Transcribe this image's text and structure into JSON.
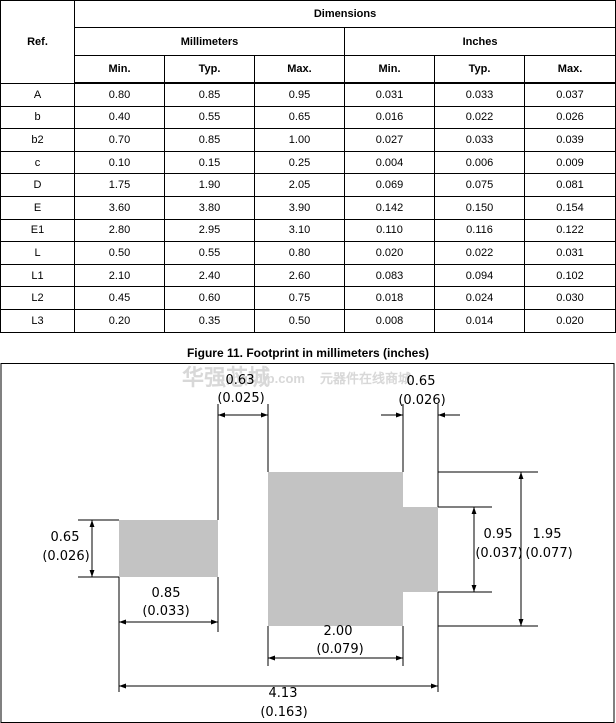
{
  "table": {
    "header": {
      "ref": "Ref.",
      "dimensions": "Dimensions",
      "millimeters": "Millimeters",
      "inches": "Inches",
      "sub": [
        "Min.",
        "Typ.",
        "Max.",
        "Min.",
        "Typ.",
        "Max."
      ]
    },
    "rows": [
      {
        "ref": "A",
        "mm": [
          "0.80",
          "0.85",
          "0.95"
        ],
        "in": [
          "0.031",
          "0.033",
          "0.037"
        ]
      },
      {
        "ref": "b",
        "mm": [
          "0.40",
          "0.55",
          "0.65"
        ],
        "in": [
          "0.016",
          "0.022",
          "0.026"
        ]
      },
      {
        "ref": "b2",
        "mm": [
          "0.70",
          "0.85",
          "1.00"
        ],
        "in": [
          "0.027",
          "0.033",
          "0.039"
        ]
      },
      {
        "ref": "c",
        "mm": [
          "0.10",
          "0.15",
          "0.25"
        ],
        "in": [
          "0.004",
          "0.006",
          "0.009"
        ]
      },
      {
        "ref": "D",
        "mm": [
          "1.75",
          "1.90",
          "2.05"
        ],
        "in": [
          "0.069",
          "0.075",
          "0.081"
        ]
      },
      {
        "ref": "E",
        "mm": [
          "3.60",
          "3.80",
          "3.90"
        ],
        "in": [
          "0.142",
          "0.150",
          "0.154"
        ]
      },
      {
        "ref": "E1",
        "mm": [
          "2.80",
          "2.95",
          "3.10"
        ],
        "in": [
          "0.110",
          "0.116",
          "0.122"
        ]
      },
      {
        "ref": "L",
        "mm": [
          "0.50",
          "0.55",
          "0.80"
        ],
        "in": [
          "0.020",
          "0.022",
          "0.031"
        ]
      },
      {
        "ref": "L1",
        "mm": [
          "2.10",
          "2.40",
          "2.60"
        ],
        "in": [
          "0.083",
          "0.094",
          "0.102"
        ]
      },
      {
        "ref": "L2",
        "mm": [
          "0.45",
          "0.60",
          "0.75"
        ],
        "in": [
          "0.018",
          "0.024",
          "0.030"
        ]
      },
      {
        "ref": "L3",
        "mm": [
          "0.20",
          "0.35",
          "0.50"
        ],
        "in": [
          "0.008",
          "0.014",
          "0.020"
        ]
      }
    ]
  },
  "figure": {
    "title": "Figure 11. Footprint in millimeters (inches)",
    "dims": {
      "gap_mm": "0.63",
      "gap_in": "(0.025)",
      "notch_mm": "0.65",
      "notch_in": "(0.026)",
      "left_h_mm": "0.65",
      "left_h_in": "(0.026)",
      "left_w_mm": "0.85",
      "left_w_in": "(0.033)",
      "right_w_mm": "2.00",
      "right_w_in": "(0.079)",
      "tab_h_mm": "0.95",
      "tab_h_in": "(0.037)",
      "total_h_mm": "1.95",
      "total_h_in": "(0.077)",
      "total_w_mm": "4.13",
      "total_w_in": "(0.163)"
    },
    "watermark": {
      "cn_brand": "华强芯城",
      "site": "hqchip.com",
      "cn_slogan": "元器件在线商城"
    }
  },
  "colors": {
    "pad": "#c3c3c3",
    "line": "#000000",
    "watermark": "#d8d8d8"
  }
}
